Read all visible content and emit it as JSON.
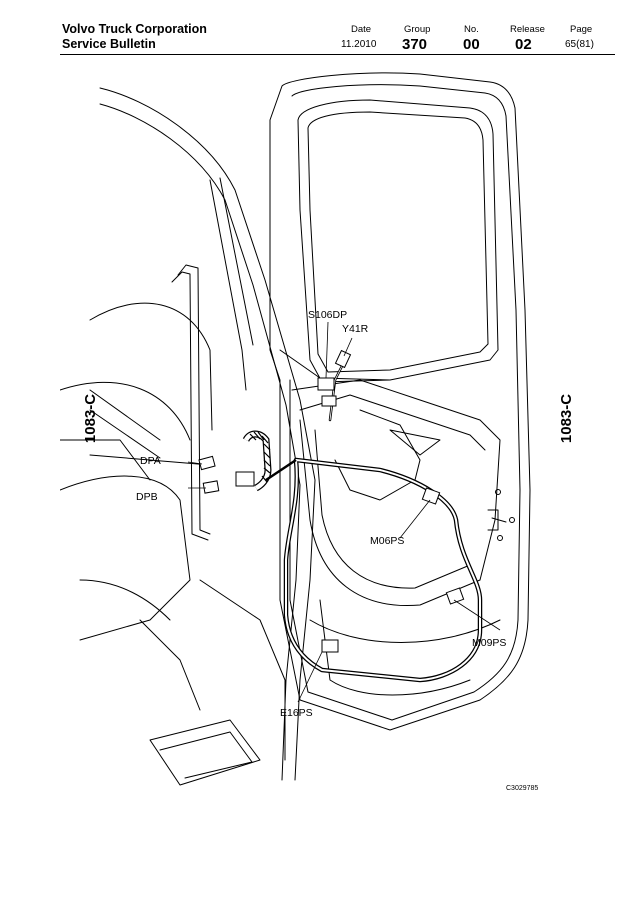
{
  "header": {
    "company": "Volvo Truck Corporation",
    "doc_type": "Service Bulletin",
    "date_label": "Date",
    "date_value": "11.2010",
    "group_label": "Group",
    "group_value": "370",
    "no_label": "No.",
    "no_value": "00",
    "release_label": "Release",
    "release_value": "02",
    "page_label": "Page",
    "page_value": "65(81)"
  },
  "side_code": "1083-C",
  "labels": {
    "s106dp": "S106DP",
    "y41r": "Y41R",
    "dpa": "DPA",
    "dpb": "DPB",
    "m06ps": "M06PS",
    "m09ps": "M09PS",
    "e16ps": "E16PS"
  },
  "figure_code": "C3029785"
}
